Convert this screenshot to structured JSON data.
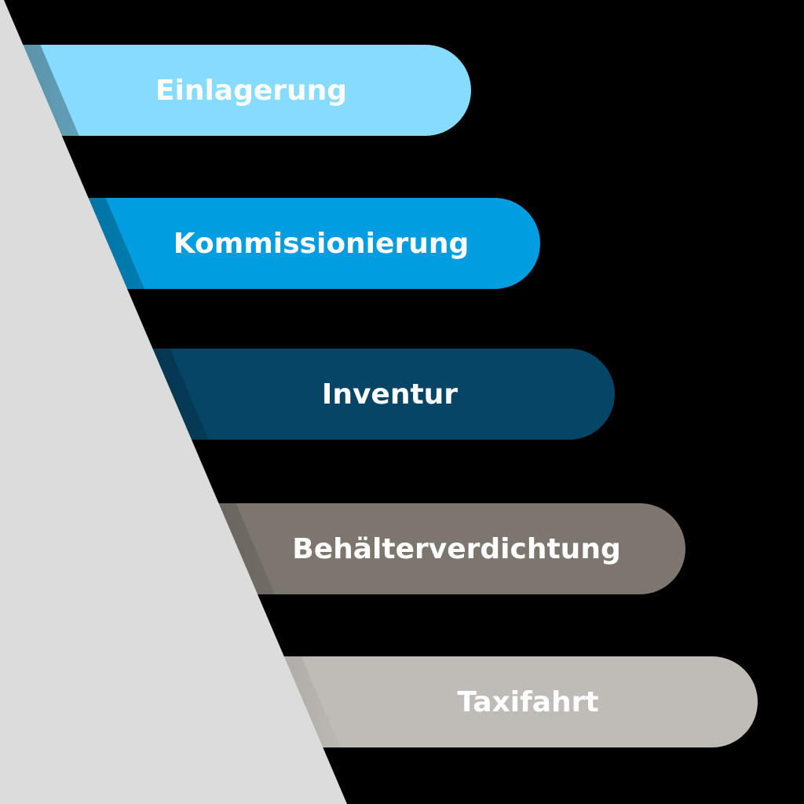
{
  "background_color": "#000000",
  "wedge_color": "#dcdcdc",
  "bars": [
    {
      "label": "Einlagerung",
      "color": "#87dcfe"
    },
    {
      "label": "Kommissionierung",
      "color": "#009ee0"
    },
    {
      "label": "Inventur",
      "color": "#064566"
    },
    {
      "label": "Behälterverdichtung",
      "color": "#7c766f"
    },
    {
      "label": "Taxifahrt",
      "color": "#bfbcb7"
    }
  ]
}
